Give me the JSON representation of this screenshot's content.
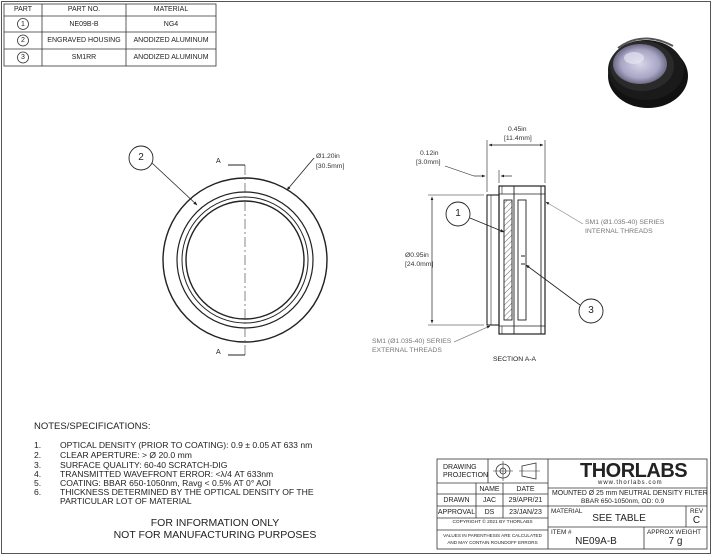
{
  "bom": {
    "headers": [
      "PART",
      "PART NO.",
      "MATERIAL"
    ],
    "rows": [
      {
        "part": "1",
        "part_no": "NE09B-B",
        "material": "NG4"
      },
      {
        "part": "2",
        "part_no": "ENGRAVED HOUSING",
        "material": "ANODIZED ALUMINUM"
      },
      {
        "part": "3",
        "part_no": "SM1RR",
        "material": "ANODIZED ALUMINUM"
      }
    ]
  },
  "front_view": {
    "balloon": "2",
    "section_letter_top": "A",
    "section_letter_bottom": "A",
    "diameter_in": "Ø1.20in",
    "diameter_mm": "[30.5mm]"
  },
  "section_view": {
    "title": "SECTION A-A",
    "width_in": "0.45in",
    "width_mm": "[11.4mm]",
    "thread_in": "0.12in",
    "thread_mm": "[3.0mm]",
    "height_in": "Ø0.95in",
    "height_mm": "[24.0mm]",
    "balloon_left": "1",
    "balloon_right": "3",
    "internal_thread_1": "SM1 (Ø1.035-40) SERIES",
    "internal_thread_2": "INTERNAL THREADS",
    "external_thread_1": "SM1 (Ø1.035-40) SERIES",
    "external_thread_2": "EXTERNAL THREADS"
  },
  "notes": {
    "title": "NOTES/SPECIFICATIONS:",
    "items": [
      {
        "num": "1.",
        "text": "OPTICAL DENSITY (PRIOR TO COATING): 0.9 ± 0.05 AT 633 nm"
      },
      {
        "num": "2.",
        "text": "CLEAR APERTURE: > Ø 20.0 mm"
      },
      {
        "num": "3.",
        "text": "SURFACE QUALITY: 60-40 SCRATCH-DIG"
      },
      {
        "num": "4.",
        "text": "TRANSMITTED WAVEFRONT ERROR: <λ/4 AT 633nm"
      },
      {
        "num": "5.",
        "text": "COATING: BBAR 650-1050nm, Ravg < 0.5% AT 0° AOI"
      },
      {
        "num": "6.",
        "text": "THICKNESS DETERMINED BY THE OPTICAL DENSITY OF THE"
      }
    ],
    "continuation": "PARTICULAR LOT OF MATERIAL",
    "disclaimer_1": "FOR INFORMATION ONLY",
    "disclaimer_2": "NOT FOR MANUFACTURING PURPOSES"
  },
  "title_block": {
    "projection_1": "DRAWING",
    "projection_2": "PROJECTION",
    "col_name": "NAME",
    "col_date": "DATE",
    "drawn_label": "DRAWN",
    "drawn_name": "JAC",
    "drawn_date": "29/APR/21",
    "approval_label": "APPROVAL",
    "approval_name": "DS",
    "approval_date": "23/JAN/23",
    "copyright": "COPYRIGHT © 2021 BY THORLABS",
    "values_note_1": "VALUES IN PARENTHESIS ARE CALCULATED",
    "values_note_2": "AND MAY CONTAIN ROUNDOFF ERRORS",
    "logo": "THORLABS",
    "website": "www.thorlabs.com",
    "desc_1": "MOUNTED Ø 25 mm NEUTRAL DENSITY FILTER",
    "desc_2": "BBAR 650-1050nm, OD: 0.9",
    "rev_label": "REV",
    "rev": "C",
    "material_label": "MATERIAL",
    "material": "SEE TABLE",
    "item_label": "ITEM #",
    "item": "NE09A-B",
    "weight_label": "APPROX WEIGHT",
    "weight": "7 g"
  }
}
